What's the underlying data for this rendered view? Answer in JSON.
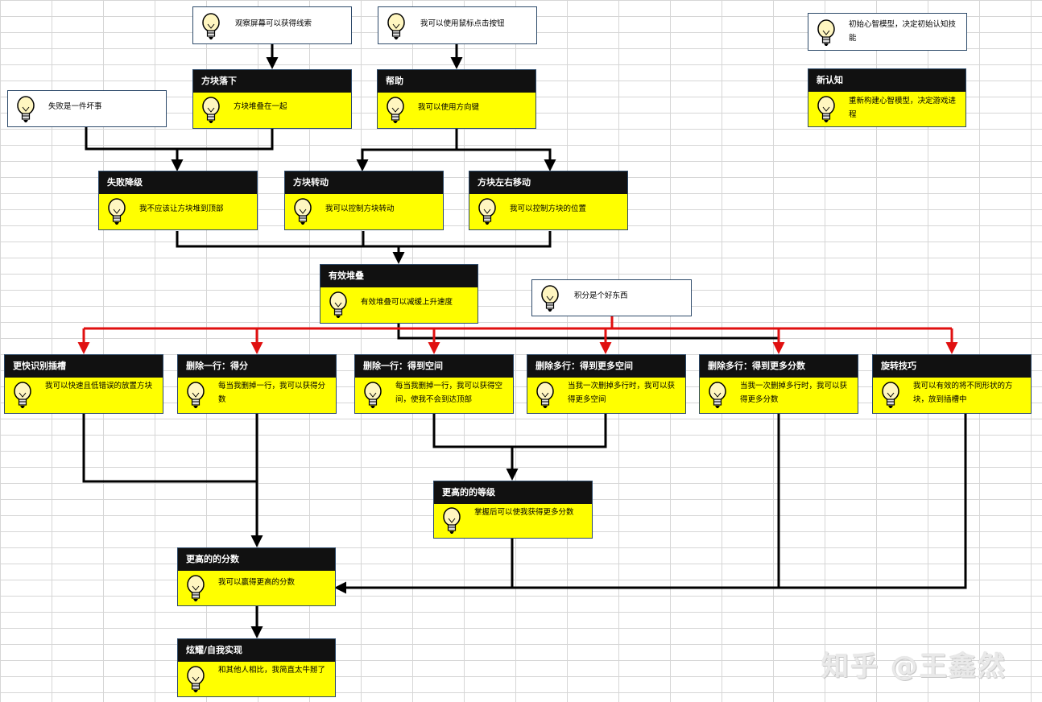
{
  "notes": [
    {
      "id": "n_clue",
      "text": "观察屏幕可以获得线索"
    },
    {
      "id": "n_mouse",
      "text": "我可以使用鼠标点击按钮"
    },
    {
      "id": "n_fail",
      "text": "失败是一件坏事"
    },
    {
      "id": "n_score",
      "text": "积分是个好东西"
    },
    {
      "id": "n_legend1",
      "text": "初始心智模型，决定初始认知技能"
    }
  ],
  "nodes": [
    {
      "id": "fall",
      "title": "方块落下",
      "text": "方块堆叠在一起"
    },
    {
      "id": "help",
      "title": "帮助",
      "text": "我可以使用方向键"
    },
    {
      "id": "legend2",
      "title": "新认知",
      "text": "重新构建心智模型，决定游戏进程"
    },
    {
      "id": "failrank",
      "title": "失败降级",
      "text": "我不应该让方块堆到顶部"
    },
    {
      "id": "rotate",
      "title": "方块转动",
      "text": "我可以控制方块转动"
    },
    {
      "id": "move",
      "title": "方块左右移动",
      "text": "我可以控制方块的位置"
    },
    {
      "id": "stack",
      "title": "有效堆叠",
      "text": "有效堆叠可以减缓上升速度"
    },
    {
      "id": "slot",
      "title": "更快识别插槽",
      "text": "我可以快速且低错误的放置方块"
    },
    {
      "id": "del1score",
      "title": "删除一行：得分",
      "text": "每当我删掉一行，我可以获得分数"
    },
    {
      "id": "del1space",
      "title": "删除一行：得到空间",
      "text": "每当我删掉一行，我可以获得空间，使我不会到达顶部"
    },
    {
      "id": "delNspace",
      "title": "删除多行：得到更多空间",
      "text": "当我一次删掉多行时，我可以获得更多空间"
    },
    {
      "id": "delNscore",
      "title": "删除多行：得到更多分数",
      "text": "当我一次删掉多行时，我可以获得更多分数"
    },
    {
      "id": "spin",
      "title": "旋转技巧",
      "text": "我可以有效的将不同形状的方块，放到插槽中"
    },
    {
      "id": "level",
      "title": "更高的的等级",
      "text": "掌握后可以使我获得更多分数"
    },
    {
      "id": "hiscore",
      "title": "更高的的分数",
      "text": "我可以赢得更高的分数"
    },
    {
      "id": "brag",
      "title": "炫耀/自我实现",
      "text": "和其他人相比，我简直太牛掰了"
    }
  ],
  "colors": {
    "node_fill": "#ffff00",
    "header": "#111111",
    "border": "#2d4a6a",
    "black_line": "#000000",
    "red_line": "#e01010"
  },
  "icon": "light-bulb-icon",
  "watermark": "知乎 @王鑫然"
}
